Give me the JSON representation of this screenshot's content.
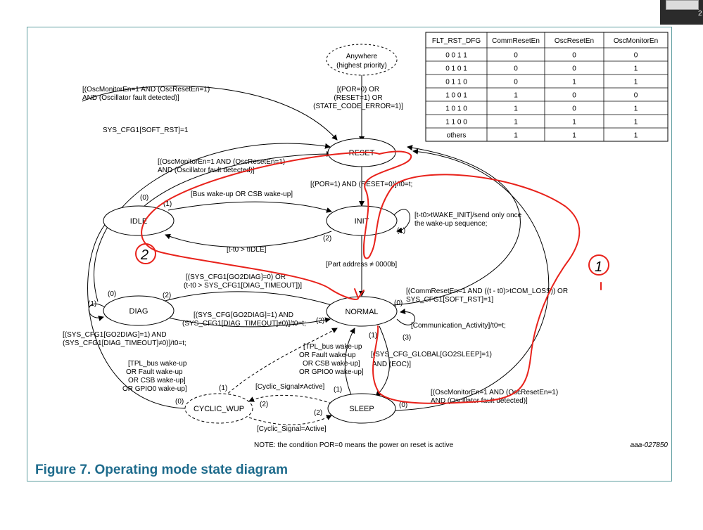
{
  "figure_caption": "Figure 7.  Operating mode state diagram",
  "figure_id": "aaa-027850",
  "note": "NOTE: the condition POR=0 means the power on reset is active",
  "table": {
    "headers": [
      "FLT_RST_DFG",
      "CommResetEn",
      "OscResetEn",
      "OscMonitorEn"
    ],
    "rows": [
      [
        "0 0 1 1",
        "0",
        "0",
        "0"
      ],
      [
        "0 1 0 1",
        "0",
        "0",
        "1"
      ],
      [
        "0 1 1 0",
        "0",
        "1",
        "1"
      ],
      [
        "1 0 0 1",
        "1",
        "0",
        "0"
      ],
      [
        "1 0 1 0",
        "1",
        "0",
        "1"
      ],
      [
        "1 1 0 0",
        "1",
        "1",
        "1"
      ],
      [
        "others",
        "1",
        "1",
        "1"
      ]
    ]
  },
  "states": {
    "anywhere_l1": "Anywhere",
    "anywhere_l2": "(highest priority)",
    "reset": "RESET",
    "idle": "IDLE",
    "init": "INIT",
    "diag": "DIAG",
    "normal": "NORMAL",
    "cyclic": "CYCLIC_WUP",
    "sleep": "SLEEP"
  },
  "labels": {
    "por_l1": "[(POR=0) OR",
    "por_l2": "(RESET=1) OR",
    "por_l3": "(STATE_CODE_ERROR=1)]",
    "osc_top_l1": "[(OscMonitorEn=1 AND (OscResetEn=1)",
    "osc_top_l2": "AND (Oscillator fault detected)]",
    "soft_rst": "SYS_CFG1[SOFT_RST]=1",
    "osc_idle_l1": "[(OscMonitorEn=1 AND (OscResetEn=1)",
    "osc_idle_l2": "AND (Oscillator fault detected)]",
    "por1": "[(POR=1) AND (RESET=0)]/t0=t;",
    "bus_wake": "[Bus wake-up OR CSB wake-up]",
    "wake_init_l1": "[t-t0>tWAKE_INIT]/send only once",
    "wake_init_l2": "the wake-up sequence;",
    "t_idle": "[t-t0 > tIDLE]",
    "part_addr": "[Part address ≠ 0000b]",
    "go2diag0_l1": "[(SYS_CFG1[GO2DIAG]=0) OR",
    "go2diag0_l2": "(t-t0 > SYS_CFG1[DIAG_TIMEOUT])]",
    "go2diag1_l1": "[(SYS_CFG[GO2DIAG]=1) AND",
    "go2diag1_l2": "(SYS_CFG1[DIAG_TIMEOUT]≠0)]/t0=t;",
    "diag_self_l1": "[(SYS_CFG1[GO2DIAG]=1) AND",
    "diag_self_l2": "(SYS_CFG1[DIAG_TIMEOUT]≠0)]/t0=t;",
    "comm_reset_l1": "[(CommResetEn=1 AND ((t - t0)>tCOM_LOSS)) OR",
    "comm_reset_l2": "SYS_CFG1[SOFT_RST]=1]",
    "comm_activity": "[Communication_Activity]/t0=t;",
    "tpl_l1": "[TPL_bus wake-up",
    "tpl_l2": "OR Fault wake-up",
    "tpl_l3": "OR CSB wake-up]",
    "tpl_l4": "OR GPIO0 wake-up]",
    "go2sleep_l1": "[(SYS_CFG_GLOBAL[GO2SLEEP]=1)",
    "go2sleep_l2": "AND (EOC)]",
    "cyc_tpl_l1": "[TPL_bus wake-up",
    "cyc_tpl_l2": "OR Fault wake-up",
    "cyc_tpl_l3": "OR CSB wake-up]",
    "cyc_tpl_l4": "OR GPIO0 wake-up]",
    "cyc_not_active": "[Cyclic_Signal≠Active]",
    "cyc_active": "[Cyclic_Signal=Active]",
    "osc_sleep_l1": "[(OscMonitorEn=1 AND (OscResetEn=1)",
    "osc_sleep_l2": "AND (Oscillator fault detected)]"
  },
  "priorities": [
    "(0)",
    "(1)",
    "(2)",
    "(3)"
  ],
  "handwritten_marks": [
    "2",
    "1"
  ],
  "colors": {
    "caption": "#1e6b8c",
    "frame": "#5f9ea0",
    "annotation": "#e8221b"
  }
}
